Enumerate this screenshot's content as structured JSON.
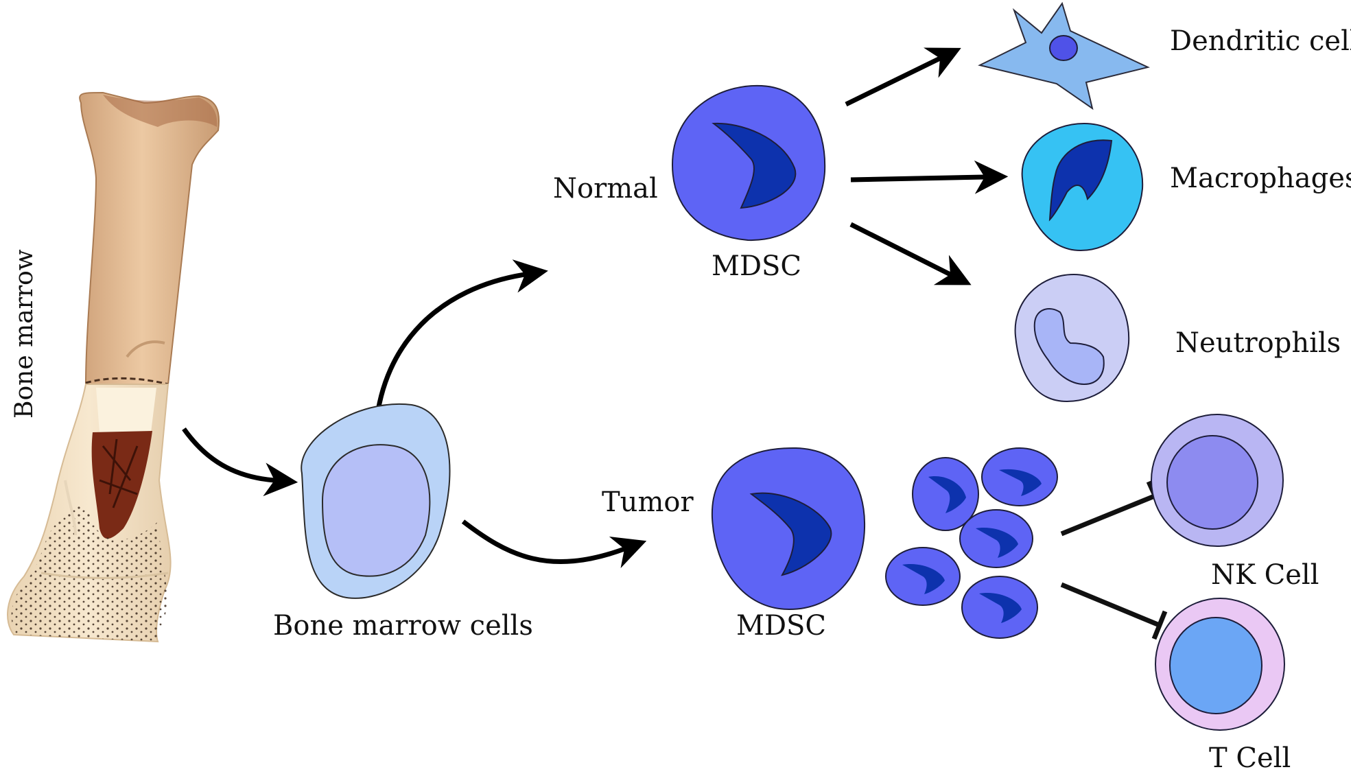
{
  "labels": {
    "bone_marrow": "Bone marrow",
    "bone_marrow_cells": "Bone marrow cells",
    "normal": "Normal",
    "tumor": "Tumor",
    "mdsc_normal": "MDSC",
    "mdsc_tumor": "MDSC",
    "dendritic_cells": "Dendritic cells",
    "macrophages": "Macrophages",
    "neutrophils": "Neutrophils",
    "nk_cell": "NK Cell",
    "t_cell": "T Cell"
  },
  "colors": {
    "bone": "#d9b48c",
    "marrow": "#7a2a16",
    "bmc_outer": "#b9d3f7",
    "bmc_inner": "#b5bff7",
    "mdsc": "#5e64f5",
    "mdsc_nucleus": "#0d32ad",
    "dendritic": "#87b9ef",
    "macrophage": "#36c2f3",
    "neutrophil": "#cbcef5",
    "nk_outer": "#b9b6f3",
    "nk_inner": "#8d8bf0",
    "t_outer": "#eac8f4",
    "t_inner": "#6ba6f5"
  }
}
